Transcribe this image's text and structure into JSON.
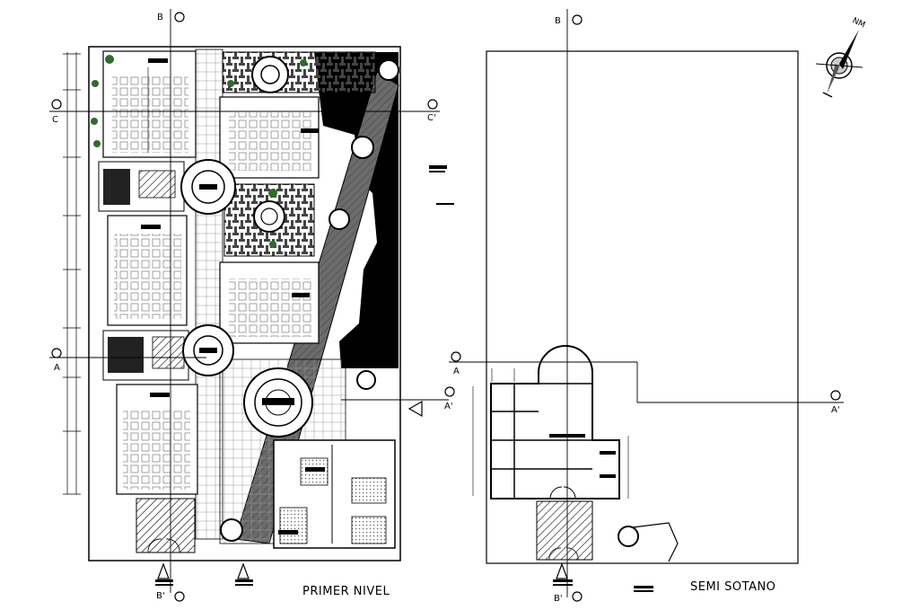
{
  "plans": {
    "left": {
      "title": "PRIMER NIVEL"
    },
    "right": {
      "title": "SEMI SOTANO"
    }
  },
  "section_labels": {
    "b_top_left": "B",
    "b_top_right": "B",
    "b_bottom_left": "B'",
    "b_bottom_right": "B'",
    "c_left": "C",
    "c_right": "C'",
    "a_left_primary": "A",
    "a_right_primary": "A'",
    "a_left_semi": "A",
    "a_right_semi": "A'"
  },
  "north_arrow": {
    "label": "NM",
    "icon": "north-arrow-icon"
  },
  "colors": {
    "line": "#000000",
    "paper": "#ffffff",
    "plant": "#2f6b2f"
  }
}
